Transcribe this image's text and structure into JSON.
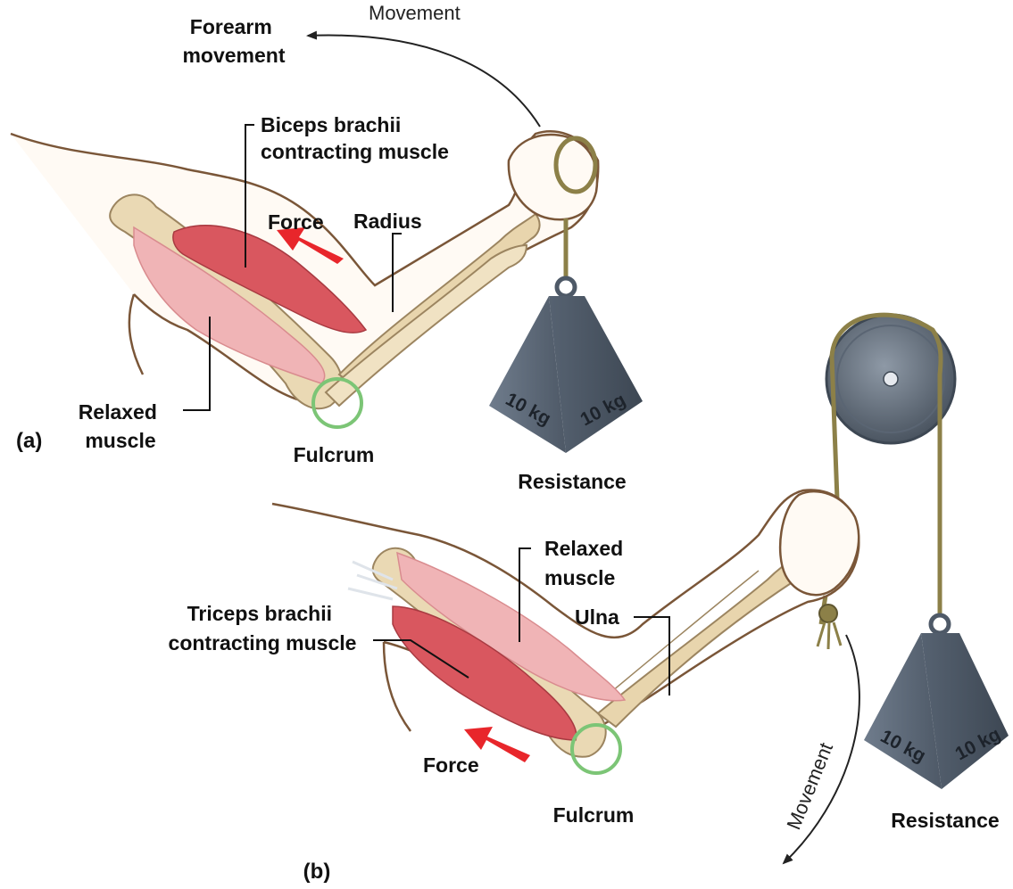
{
  "panels": {
    "a": {
      "panel_label": "(a)",
      "forearm_movement": [
        "Forearm",
        "movement"
      ],
      "movement_arrow_label": "Movement",
      "biceps_label": [
        "Biceps brachii",
        "contracting muscle"
      ],
      "force_label": "Force",
      "radius_label": "Radius",
      "relaxed_label": [
        "Relaxed",
        "muscle"
      ],
      "fulcrum_label": "Fulcrum",
      "resistance_label": "Resistance",
      "weight_text_left": "10 kg",
      "weight_text_right": "10 kg"
    },
    "b": {
      "panel_label": "(b)",
      "relaxed_label": [
        "Relaxed",
        "muscle"
      ],
      "triceps_label": [
        "Triceps brachii",
        "contracting muscle"
      ],
      "ulna_label": "Ulna",
      "force_label": "Force",
      "fulcrum_label": "Fulcrum",
      "movement_arrow_label": "Movement",
      "resistance_label": "Resistance",
      "weight_text_left": "10 kg",
      "weight_text_right": "10 kg"
    }
  },
  "colors": {
    "force_arrow": "#e8262b",
    "fulcrum_ring": "#7cc576",
    "bone": "#ead9b4",
    "muscle_contracting": "#d9575f",
    "muscle_relaxed": "#f0b4b6",
    "skin_outline": "#7a5638",
    "weight": "#5e6b7a",
    "rope": "#8c8048"
  },
  "icons": {
    "weight_a": "kettlebell-weight-icon",
    "weight_b": "kettlebell-weight-icon",
    "pulley": "pulley-wheel-icon"
  }
}
